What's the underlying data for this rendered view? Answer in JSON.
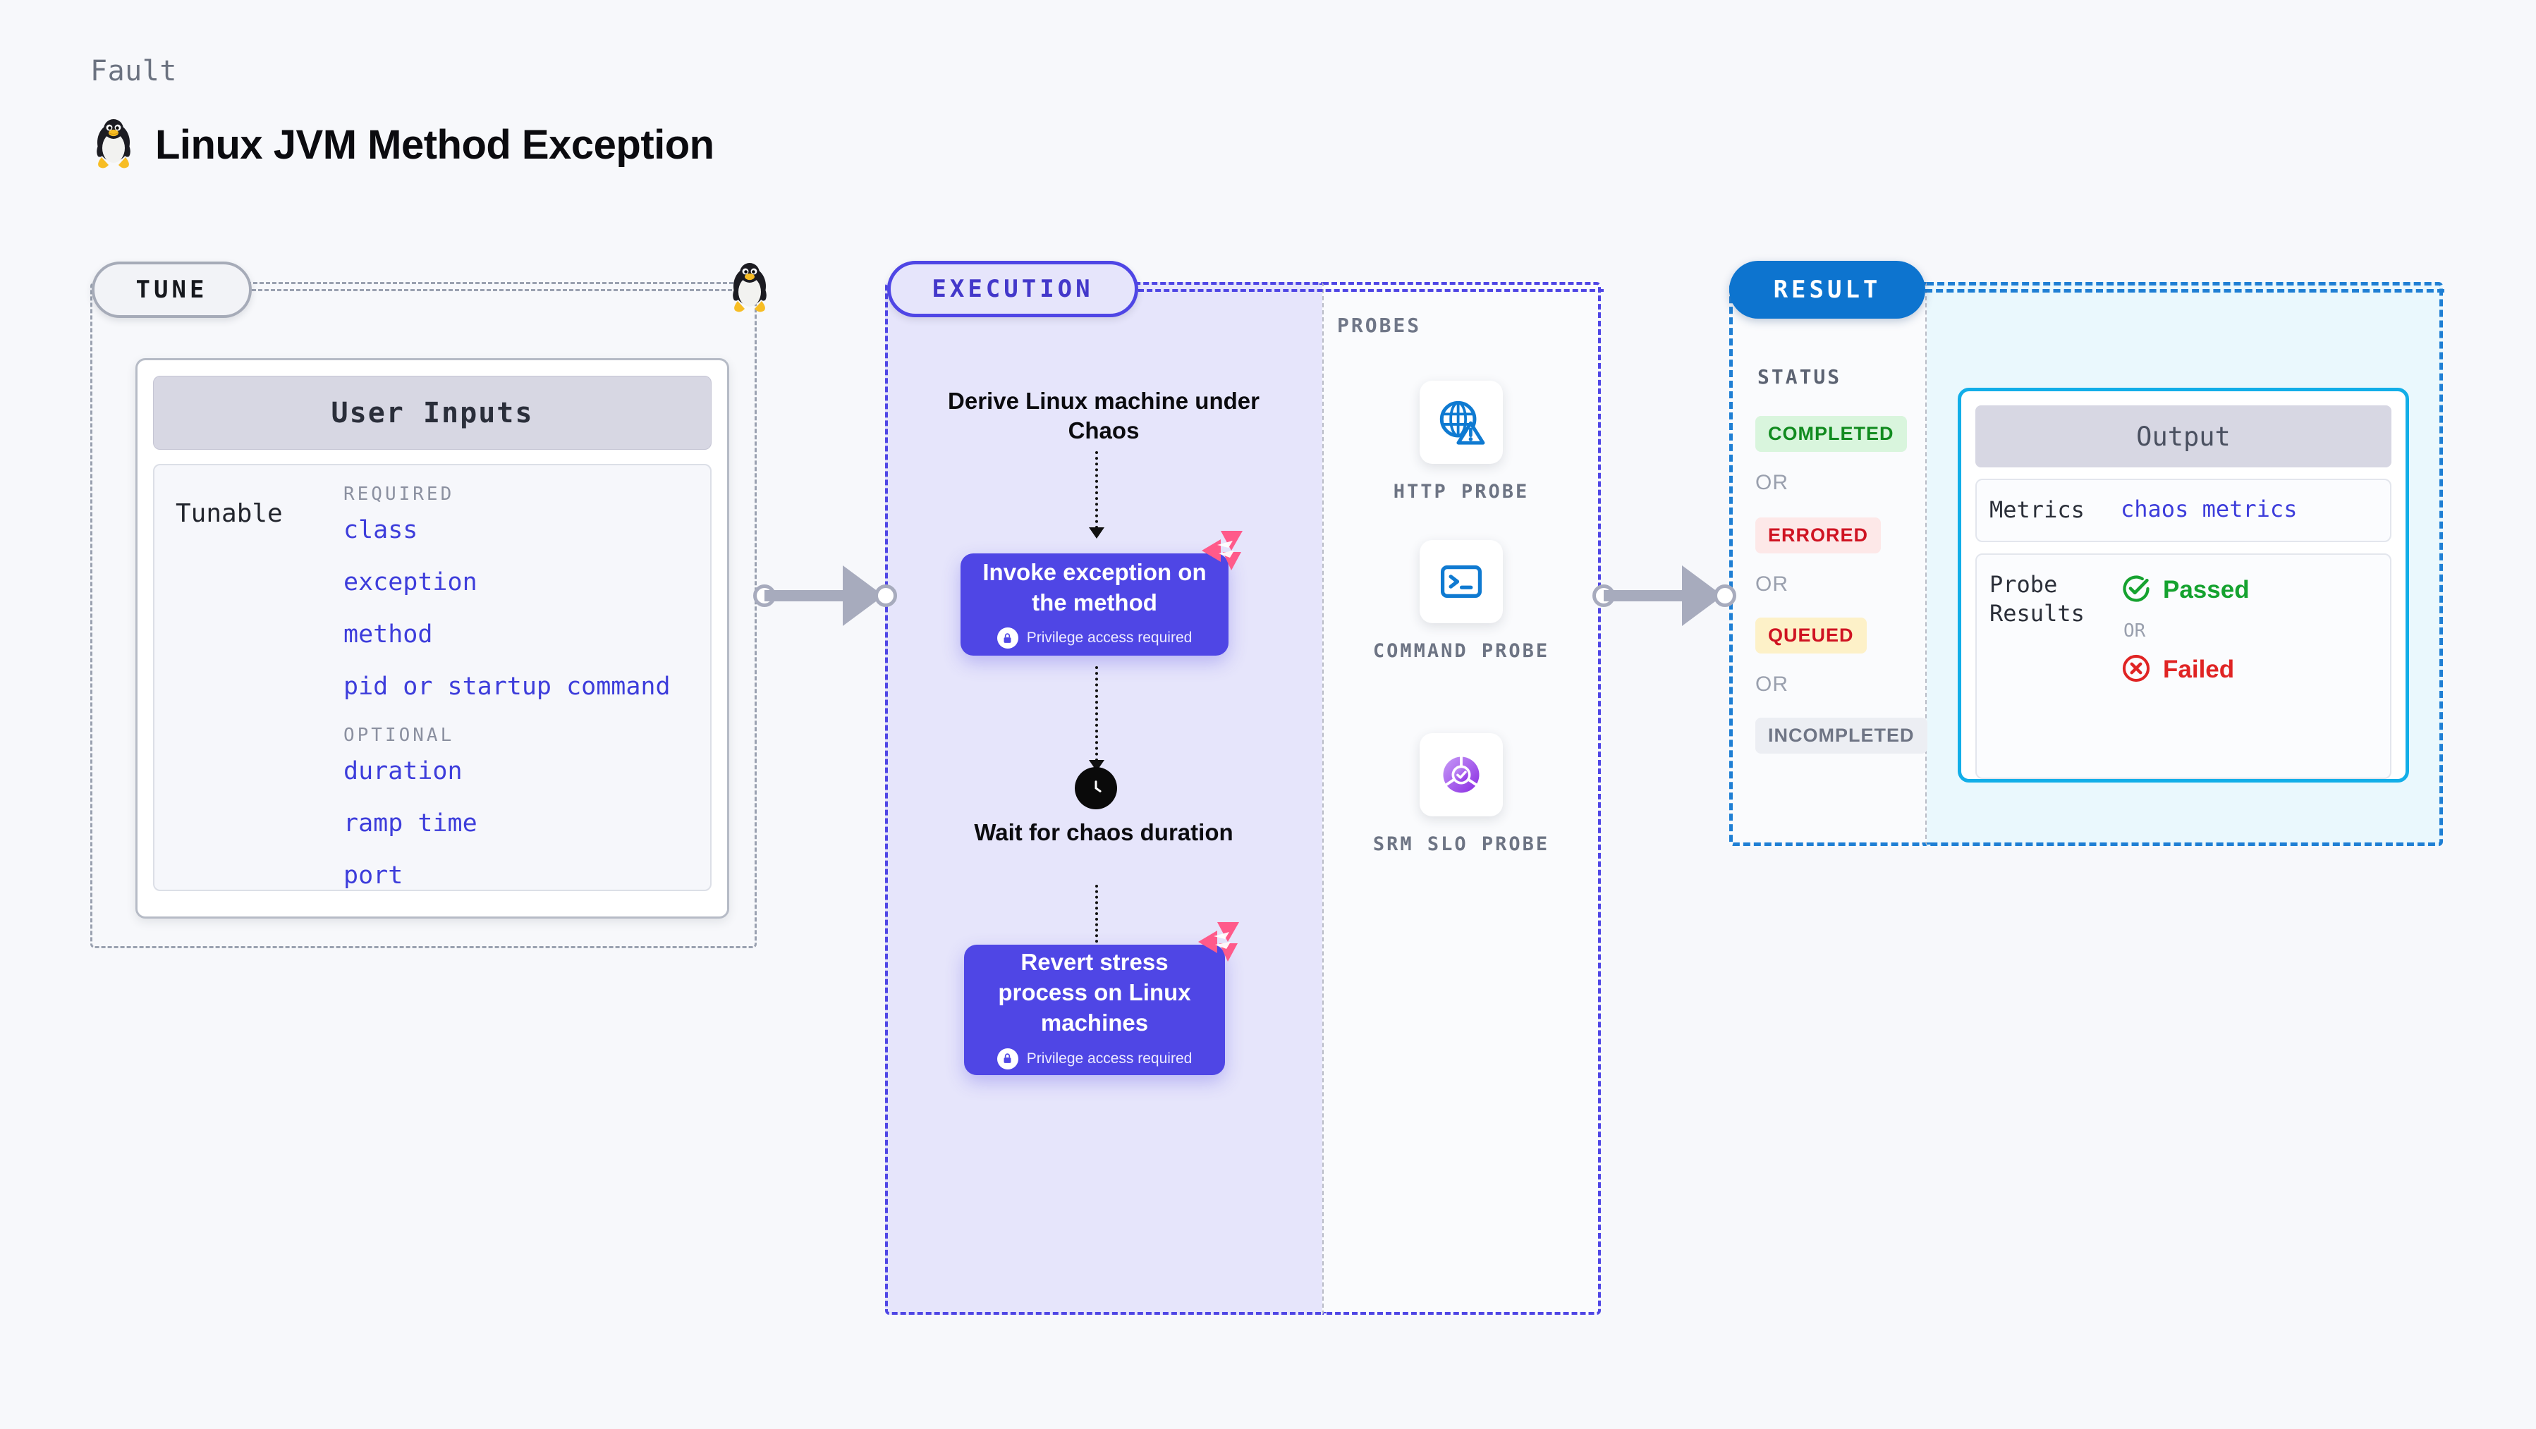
{
  "header": {
    "kicker": "Fault",
    "title": "Linux JVM Method Exception",
    "os_icon": "tux-penguin-icon"
  },
  "tune": {
    "stage_label": "TUNE",
    "card_title": "User Inputs",
    "row_label": "Tunable",
    "required_label": "REQUIRED",
    "optional_label": "OPTIONAL",
    "required_fields": [
      "class",
      "exception",
      "method",
      "pid or startup command"
    ],
    "optional_fields": [
      "duration",
      "ramp time",
      "port"
    ]
  },
  "execution": {
    "stage_label": "EXECUTION",
    "step1_text": "Derive Linux machine under Chaos",
    "step2_title": "Invoke exception on the method",
    "step2_note": "Privilege access required",
    "step3_text": "Wait for chaos duration",
    "step4_title": "Revert stress process on Linux machines",
    "step4_note": "Privilege access required",
    "clock_icon": "clock-icon",
    "lock_icon": "lock-icon",
    "brand_icon": "harness-logo-icon"
  },
  "probes": {
    "section_label": "PROBES",
    "items": [
      {
        "label": "HTTP PROBE",
        "icon": "globe-warning-icon"
      },
      {
        "label": "COMMAND PROBE",
        "icon": "terminal-icon"
      },
      {
        "label": "SRM SLO PROBE",
        "icon": "slo-donut-check-icon"
      }
    ]
  },
  "result": {
    "stage_label": "RESULT",
    "status_label": "STATUS",
    "or_label": "OR",
    "statuses": [
      {
        "label": "COMPLETED",
        "text_color": "#118b1f",
        "bg_color": "#d9f5dd"
      },
      {
        "label": "ERRORED",
        "text_color": "#cf1322",
        "bg_color": "#fde8e8"
      },
      {
        "label": "QUEUED",
        "text_color": "#cf1322",
        "bg_color": "#fdf1c8"
      },
      {
        "label": "INCOMPLETED",
        "text_color": "#6f7585",
        "bg_color": "#eceef3"
      }
    ],
    "output": {
      "title": "Output",
      "metrics_key": "Metrics",
      "metrics_value": "chaos metrics",
      "probe_key": "Probe Results",
      "passed_label": "Passed",
      "failed_label": "Failed",
      "or_label": "OR",
      "pass_icon": "check-circle-icon",
      "fail_icon": "x-circle-icon"
    }
  },
  "colors": {
    "accent_indigo": "#4f46e5",
    "accent_blue": "#0d74cf",
    "accent_cyan": "#12aee8",
    "pink_brand": "#ff5a8a",
    "link_blue": "#3d3ddb"
  }
}
